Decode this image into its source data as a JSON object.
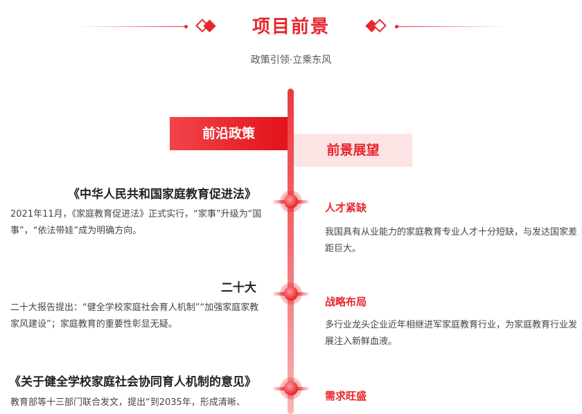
{
  "header": {
    "title": "项目前景",
    "subtitle": "政策引领·立乘东风"
  },
  "tags": {
    "left": "前沿政策",
    "right": "前景展望"
  },
  "policies": [
    {
      "title": "《中华人民共和国家庭教育促进法》",
      "desc": "2021年11月，《家庭教育促进法》正式实行，“家事”升级为“国事”，“依法带娃”成为明确方向。"
    },
    {
      "title": "二十大",
      "desc": "二十大报告提出：“健全学校家庭社会育人机制”“加强家庭家教家风建设”；家庭教育的重要性彰显无疑。"
    },
    {
      "title": "《关于健全学校家庭社会协同育人机制的意见》",
      "desc": "教育部等十三部门联合发文，提出“到2035年，形成清晰、"
    }
  ],
  "outlooks": [
    {
      "title": "人才紧缺",
      "desc": "我国具有从业能力的家庭教育专业人才十分短缺，与发达国家差距巨大。"
    },
    {
      "title": "战略布局",
      "desc": "多行业龙头企业近年相继进军家庭教育行业，为家庭教育行业发展注入新鲜血液。"
    },
    {
      "title": "需求旺盛",
      "desc": ""
    }
  ],
  "colors": {
    "accent": "#e8262d",
    "tag_right_bg": "#fde4e4"
  }
}
